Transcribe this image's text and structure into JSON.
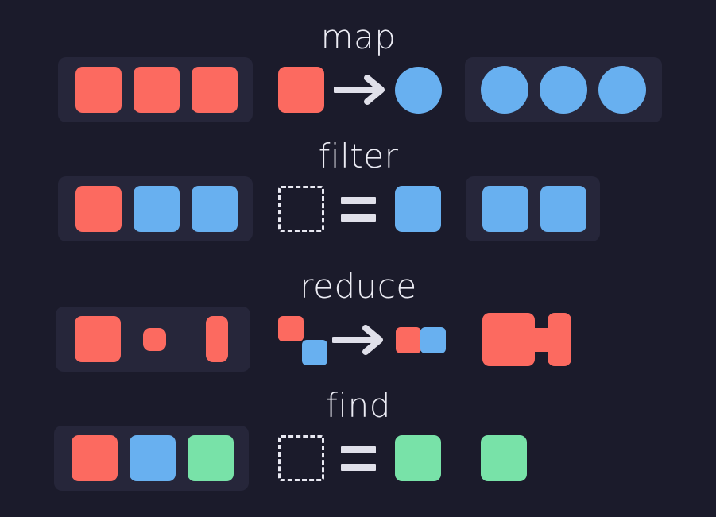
{
  "theme": {
    "background": "#1b1b2b",
    "tray_background": "#26263a",
    "red": "#fc6a60",
    "blue": "#68b0f0",
    "green": "#78e2a8",
    "label_color": "#ececf4",
    "glyph_color": "#e0e0ea"
  },
  "diagram": {
    "title_absent": "",
    "rows": [
      {
        "id": "map",
        "label": "map",
        "operator_glyph": "arrow-right",
        "input": {
          "has_tray": true,
          "items": [
            {
              "color": "red",
              "shape": "square"
            },
            {
              "color": "red",
              "shape": "square"
            },
            {
              "color": "red",
              "shape": "square"
            }
          ]
        },
        "operation": {
          "left": {
            "color": "red",
            "shape": "square"
          },
          "glyph": "→",
          "right": {
            "color": "blue",
            "shape": "circle"
          }
        },
        "output": {
          "has_tray": true,
          "items": [
            {
              "color": "blue",
              "shape": "circle"
            },
            {
              "color": "blue",
              "shape": "circle"
            },
            {
              "color": "blue",
              "shape": "circle"
            }
          ]
        }
      },
      {
        "id": "filter",
        "label": "filter",
        "operator_glyph": "equals",
        "input": {
          "has_tray": true,
          "items": [
            {
              "color": "red",
              "shape": "square"
            },
            {
              "color": "blue",
              "shape": "square"
            },
            {
              "color": "blue",
              "shape": "square"
            }
          ]
        },
        "operation": {
          "left": {
            "color": "none",
            "shape": "dashed-square"
          },
          "glyph": "=",
          "right": {
            "color": "blue",
            "shape": "square"
          }
        },
        "output": {
          "has_tray": true,
          "items": [
            {
              "color": "blue",
              "shape": "square"
            },
            {
              "color": "blue",
              "shape": "square"
            }
          ]
        }
      },
      {
        "id": "reduce",
        "label": "reduce",
        "operator_glyph": "arrow-right",
        "input": {
          "has_tray": true,
          "items": [
            {
              "color": "red",
              "shape": "square-large"
            },
            {
              "color": "red",
              "shape": "square-small"
            },
            {
              "color": "red",
              "shape": "rect-tall"
            }
          ]
        },
        "operation": {
          "left": {
            "color": "red+blue",
            "shape": "offset-pair"
          },
          "glyph": "→",
          "right": {
            "color": "red+blue",
            "shape": "adjacent-pair"
          }
        },
        "output": {
          "has_tray": false,
          "items": [
            {
              "color": "red",
              "shape": "merged-dumbbell"
            }
          ]
        }
      },
      {
        "id": "find",
        "label": "find",
        "operator_glyph": "equals",
        "input": {
          "has_tray": true,
          "items": [
            {
              "color": "red",
              "shape": "square"
            },
            {
              "color": "blue",
              "shape": "square"
            },
            {
              "color": "green",
              "shape": "square"
            }
          ]
        },
        "operation": {
          "left": {
            "color": "none",
            "shape": "dashed-square"
          },
          "glyph": "=",
          "right": {
            "color": "green",
            "shape": "square"
          }
        },
        "output": {
          "has_tray": false,
          "items": [
            {
              "color": "green",
              "shape": "square"
            }
          ]
        }
      }
    ]
  }
}
